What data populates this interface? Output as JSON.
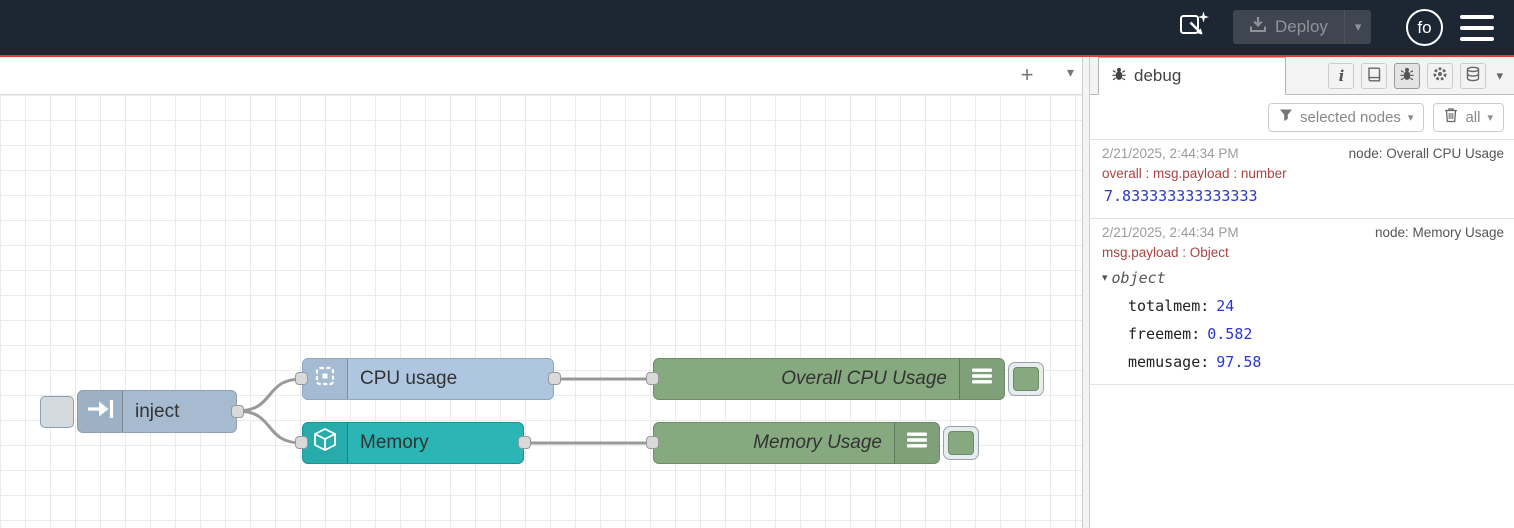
{
  "header": {
    "deploy": {
      "label": "Deploy"
    },
    "user": {
      "initials": "fo"
    }
  },
  "icons": {
    "caret_down": "▾",
    "plus": "+",
    "info": "i"
  },
  "canvas": {
    "nodes": {
      "inject": {
        "label": "inject"
      },
      "cpu": {
        "label": "CPU usage"
      },
      "memory": {
        "label": "Memory"
      },
      "cpu_debug": {
        "label": "Overall CPU Usage"
      },
      "mem_debug": {
        "label": "Memory Usage"
      }
    }
  },
  "sidebar": {
    "tab": {
      "label": "debug"
    },
    "toolbar": {
      "filter_label": "selected nodes",
      "clear_label": "all"
    },
    "messages": [
      {
        "timestamp": "2/21/2025, 2:44:34 PM",
        "node": "node: Overall CPU Usage",
        "meta": "overall : msg.payload : number",
        "value": "7.833333333333333"
      },
      {
        "timestamp": "2/21/2025, 2:44:34 PM",
        "node": "node: Memory Usage",
        "meta": "msg.payload : Object",
        "tree": {
          "root": "object",
          "entries": [
            {
              "key": "totalmem:",
              "value": "24"
            },
            {
              "key": "freemem:",
              "value": "0.582"
            },
            {
              "key": "memusage:",
              "value": "97.58"
            }
          ]
        }
      }
    ]
  },
  "colors": {
    "header_bg": "#1d2633",
    "accent_red": "#d9412c",
    "inject_fill": "#a6bbcf",
    "cpu_fill": "#aec6e0",
    "memory_fill": "#2bb5b5",
    "debug_fill": "#87a980",
    "wire": "#999999",
    "value_blue": "#2a36d0",
    "meta_red": "#a94442"
  }
}
